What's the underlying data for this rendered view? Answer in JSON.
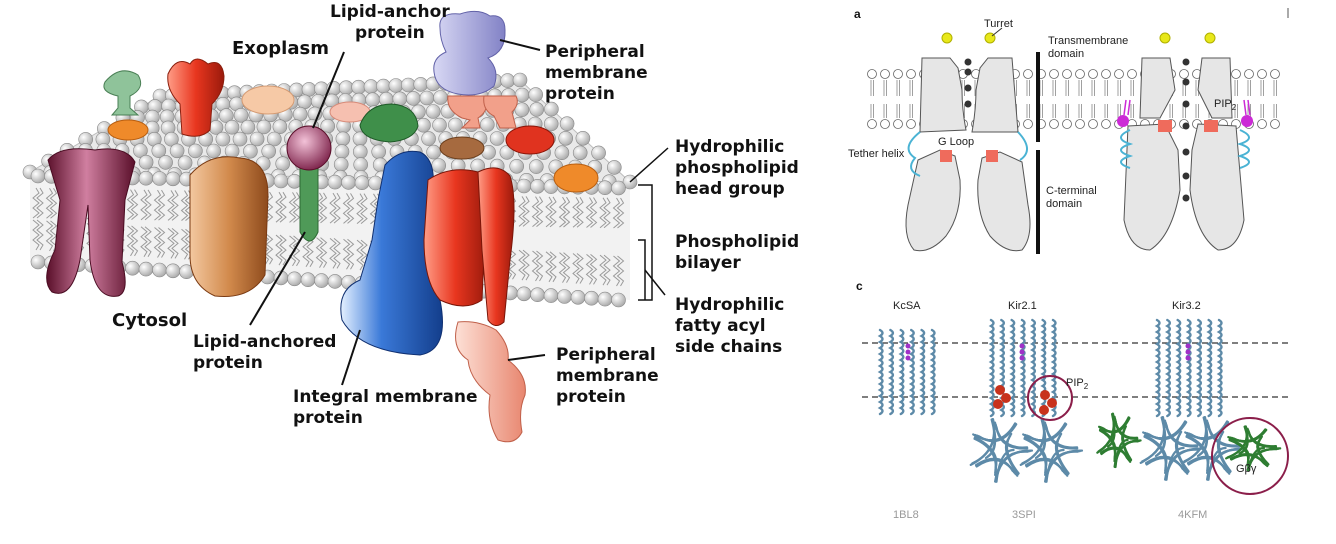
{
  "membrane": {
    "exoplasm": "Exoplasm",
    "cytosol": "Cytosol",
    "lipid_anchor_protein": "Lipid-anchor\nprotein",
    "peripheral_top": "Peripheral\nmembrane\nprotein",
    "lipid_anchored": "Lipid-anchored\nprotein",
    "integral": "Integral membrane\nprotein",
    "peripheral_bottom": "Peripheral\nmembrane\nprotein",
    "head_group": "Hydrophilic\nphospholipid\nhead group",
    "bilayer": "Phospholipid\nbilayer",
    "fatty_acyl": "Hydrophilic\nfatty acyl\nside chains"
  },
  "panel_a": {
    "letter": "a",
    "turret": "Turret",
    "transmembrane": "Transmembrane\ndomain",
    "tether": "Tether helix",
    "gloop": "G Loop",
    "cterminal": "C-terminal\ndomain",
    "pip2": "PIP",
    "pip2_sub": "2"
  },
  "panel_c": {
    "letter": "c",
    "kcsa": "KcSA",
    "kir21": "Kir2.1",
    "kir32": "Kir3.2",
    "pip2": "PIP",
    "pip2_sub": "2",
    "gbg": "Gβγ",
    "pdb1": "1BL8",
    "pdb2": "3SPI",
    "pdb3": "4KFM"
  },
  "colors": {
    "head": "#d9d9d9",
    "tail": "#999999",
    "maroon": "#7a1f3d",
    "brown": "#c9793a",
    "blue": "#2a66c6",
    "red": "#e0331f",
    "salmon": "#f4a08a",
    "lavender": "#a6a6dc",
    "green": "#3f8f4a",
    "orange": "#ef8a2a",
    "magenta": "#cc2ad6",
    "cyan": "#4ab3d4",
    "steel": "#5d8aa8",
    "forest": "#2e7d32",
    "circle": "#8b1e4a"
  }
}
